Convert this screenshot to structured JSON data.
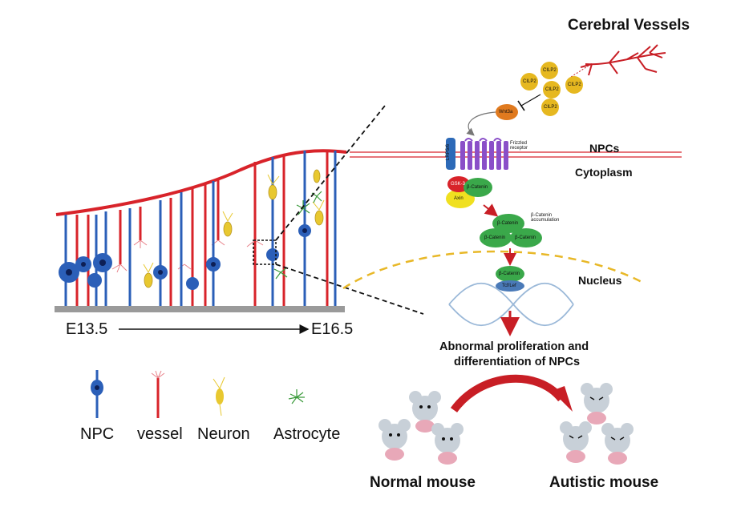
{
  "title": "Cerebral Vessels",
  "timeline": {
    "start": "E13.5",
    "end": "E16.5"
  },
  "legend": [
    {
      "label": "NPC",
      "icon": "npc-icon",
      "color": "#2b5fb8"
    },
    {
      "label": "vessel",
      "icon": "vessel-icon",
      "color": "#d8232a"
    },
    {
      "label": "Neuron",
      "icon": "neuron-icon",
      "color": "#e8c830"
    },
    {
      "label": "Astrocyte",
      "icon": "astrocyte-icon",
      "color": "#3a9a3a"
    }
  ],
  "signaling": {
    "cilp2": [
      "CILP2",
      "CILP2",
      "CILP2",
      "CILP2",
      "CILP2"
    ],
    "wnt": "Wnt3a",
    "lrp": "LRP5/6",
    "frizzled": "Frizzled receptor",
    "complex": {
      "gsk": "GSK-3",
      "axin": "Axin",
      "bcat": "β-Catenin"
    },
    "accum_label": "β-Catenin accumulation",
    "bcat_items": [
      "β-Catenin",
      "β-Catenin",
      "β-Catenin"
    ],
    "nuclear_bcat": "β-Catenin",
    "tcf": "Tcf/Lef"
  },
  "labels": {
    "npcs": "NPCs",
    "cytoplasm": "Cytoplasm",
    "nucleus": "Nucleus",
    "outcome_line1": "Abnormal proliferation and",
    "outcome_line2": "differentiation of NPCs",
    "normal": "Normal mouse",
    "autistic": "Autistic mouse"
  },
  "colors": {
    "vessel": "#d8232a",
    "npc": "#2b5fb8",
    "frizzled": "#8a4fc8",
    "beta_catenin": "#3aa84a",
    "cilp2": "#e6b820",
    "wnt": "#e07a1f",
    "nucleus_line": "#e8b828"
  }
}
